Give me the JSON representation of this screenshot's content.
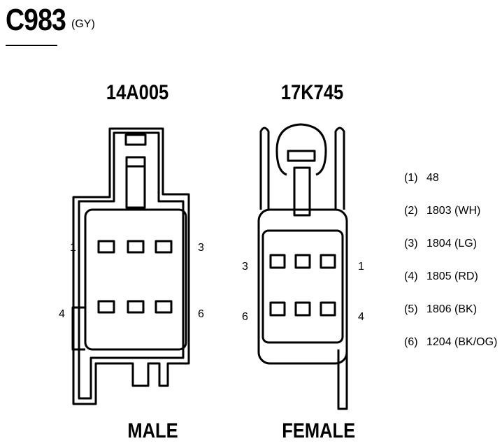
{
  "connector": {
    "id": "C983",
    "color": "(GY)"
  },
  "male": {
    "part_number": "14A005",
    "label": "MALE",
    "pins": {
      "p1": "1",
      "p3": "3",
      "p4": "4",
      "p6": "6"
    }
  },
  "female": {
    "part_number": "17K745",
    "label": "FEMALE",
    "pins": {
      "p3": "3",
      "p1": "1",
      "p6": "6",
      "p4": "4"
    }
  },
  "pinout": [
    {
      "pin": "(1)",
      "circuit": "48"
    },
    {
      "pin": "(2)",
      "circuit": "1803 (WH)"
    },
    {
      "pin": "(3)",
      "circuit": "1804 (LG)"
    },
    {
      "pin": "(4)",
      "circuit": "1805 (RD)"
    },
    {
      "pin": "(5)",
      "circuit": "1806 (BK)"
    },
    {
      "pin": "(6)",
      "circuit": "1204 (BK/OG)"
    }
  ]
}
